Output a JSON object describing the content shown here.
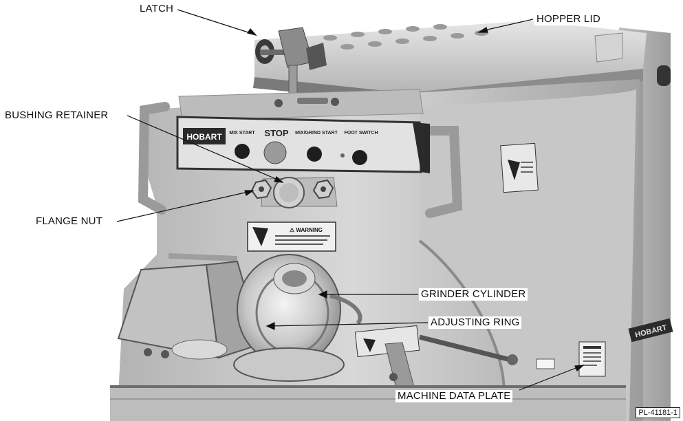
{
  "labels": {
    "latch": "LATCH",
    "hopper_lid": "HOPPER LID",
    "bushing_retainer": "BUSHING RETAINER",
    "flange_nut": "FLANGE NUT",
    "grinder_cylinder": "GRINDER CYLINDER",
    "adjusting_ring": "ADJUSTING RING",
    "machine_data_plate": "MACHINE DATA PLATE"
  },
  "control_panel": {
    "brand": "HOBART",
    "mix_start": "MIX START",
    "stop": "STOP",
    "mix_grind_start": "MIX/GRIND START",
    "foot_switch": "FOOT SWITCH"
  },
  "warning_label": "⚠ WARNING",
  "side_brand": "HOBART",
  "figure_id": "PL-41181-1",
  "colors": {
    "metal_light": "#cfcfcf",
    "metal_mid": "#a9a9a9",
    "metal_dark": "#6e6e6e",
    "panel_dark": "#2a2a2a",
    "leader_line": "#111111"
  }
}
